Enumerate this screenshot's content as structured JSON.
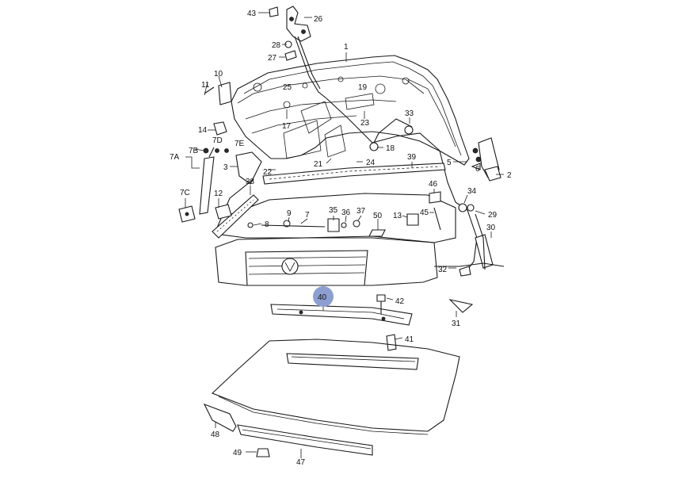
{
  "diagram": {
    "highlight_color": "#8d9fd1",
    "line_color": "#1a1a1a",
    "callouts": [
      {
        "id": "c43",
        "label": "43"
      },
      {
        "id": "c26",
        "label": "26"
      },
      {
        "id": "c28",
        "label": "28"
      },
      {
        "id": "c27",
        "label": "27"
      },
      {
        "id": "c1",
        "label": "1"
      },
      {
        "id": "c10",
        "label": "10"
      },
      {
        "id": "c11",
        "label": "11"
      },
      {
        "id": "c19",
        "label": "19"
      },
      {
        "id": "c25",
        "label": "25"
      },
      {
        "id": "c23",
        "label": "23"
      },
      {
        "id": "c17",
        "label": "17"
      },
      {
        "id": "c33",
        "label": "33"
      },
      {
        "id": "c14",
        "label": "14"
      },
      {
        "id": "c7D",
        "label": "7D"
      },
      {
        "id": "c7B",
        "label": "7B"
      },
      {
        "id": "c7E",
        "label": "7E"
      },
      {
        "id": "c7A",
        "label": "7A"
      },
      {
        "id": "c18",
        "label": "18"
      },
      {
        "id": "c3",
        "label": "3"
      },
      {
        "id": "c21",
        "label": "21"
      },
      {
        "id": "c24",
        "label": "24"
      },
      {
        "id": "c39",
        "label": "39"
      },
      {
        "id": "c5",
        "label": "5"
      },
      {
        "id": "c6",
        "label": "6"
      },
      {
        "id": "c2",
        "label": "2"
      },
      {
        "id": "c22",
        "label": "22"
      },
      {
        "id": "c38",
        "label": "38"
      },
      {
        "id": "c7C",
        "label": "7C"
      },
      {
        "id": "c12",
        "label": "12"
      },
      {
        "id": "c46",
        "label": "46"
      },
      {
        "id": "c34",
        "label": "34"
      },
      {
        "id": "c9",
        "label": "9"
      },
      {
        "id": "c7",
        "label": "7"
      },
      {
        "id": "c35",
        "label": "35"
      },
      {
        "id": "c36",
        "label": "36"
      },
      {
        "id": "c37",
        "label": "37"
      },
      {
        "id": "c50",
        "label": "50"
      },
      {
        "id": "c13",
        "label": "13"
      },
      {
        "id": "c45",
        "label": "45"
      },
      {
        "id": "c29",
        "label": "29"
      },
      {
        "id": "c8",
        "label": "8"
      },
      {
        "id": "c30",
        "label": "30"
      },
      {
        "id": "c32",
        "label": "32"
      },
      {
        "id": "c40",
        "label": "40",
        "highlighted": true
      },
      {
        "id": "c42",
        "label": "42"
      },
      {
        "id": "c31",
        "label": "31"
      },
      {
        "id": "c41",
        "label": "41"
      },
      {
        "id": "c48",
        "label": "48"
      },
      {
        "id": "c49",
        "label": "49"
      },
      {
        "id": "c47",
        "label": "47"
      }
    ]
  }
}
